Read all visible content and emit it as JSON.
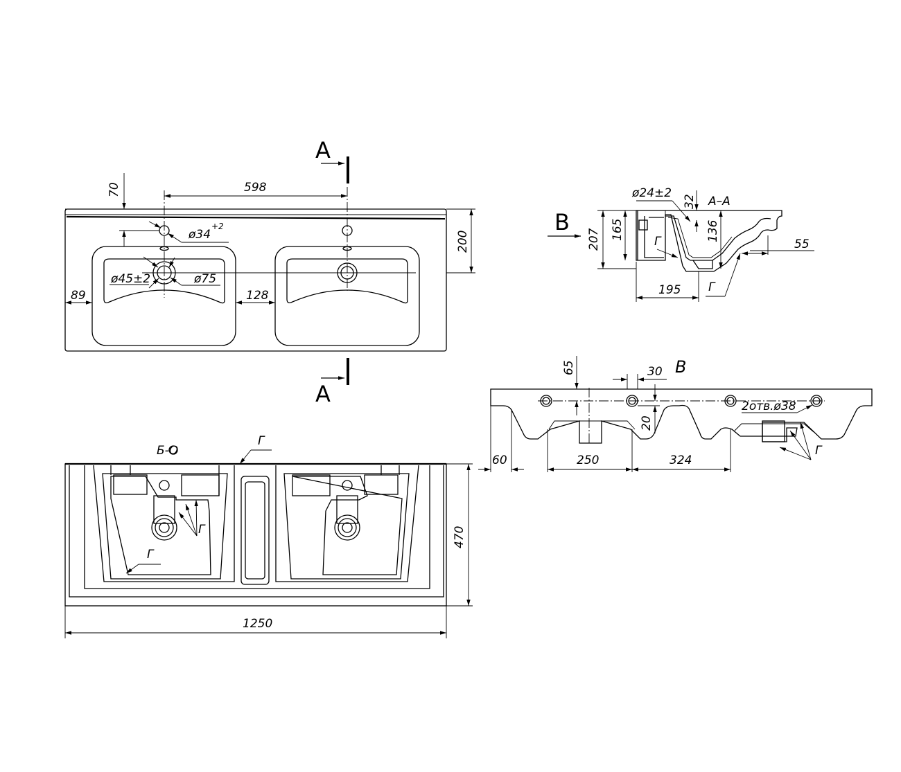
{
  "section_marks": {
    "top": "A",
    "bottom": "A"
  },
  "view_marks": {
    "section_title": "A–A",
    "view_arrow": "B",
    "view_title": "B"
  },
  "callout": {
    "material": "Б-О",
    "surface": "Г"
  },
  "top_view": {
    "dim_70": "70",
    "dim_598": "598",
    "dim_34": "ø34",
    "dim_34_tol": "+2",
    "dim_45": "ø45±2",
    "dim_75": "ø75",
    "dim_200": "200",
    "dim_89": "89",
    "dim_128": "128"
  },
  "section_view": {
    "dim_24": "ø24±2",
    "dim_32": "32",
    "dim_207": "207",
    "dim_165": "165",
    "dim_136": "136",
    "dim_55": "55",
    "dim_195": "195",
    "label_g1": "Г",
    "label_g2": "Г"
  },
  "back_view": {
    "dim_65": "65",
    "dim_30": "30",
    "dim_20": "20",
    "dim_60": "60",
    "dim_250": "250",
    "dim_324": "324",
    "holes_note": "2отв.ø38",
    "label_g": "Г"
  },
  "bottom_view": {
    "dim_470": "470",
    "dim_1250": "1250",
    "label_g1": "Г",
    "label_g2": "Г"
  }
}
